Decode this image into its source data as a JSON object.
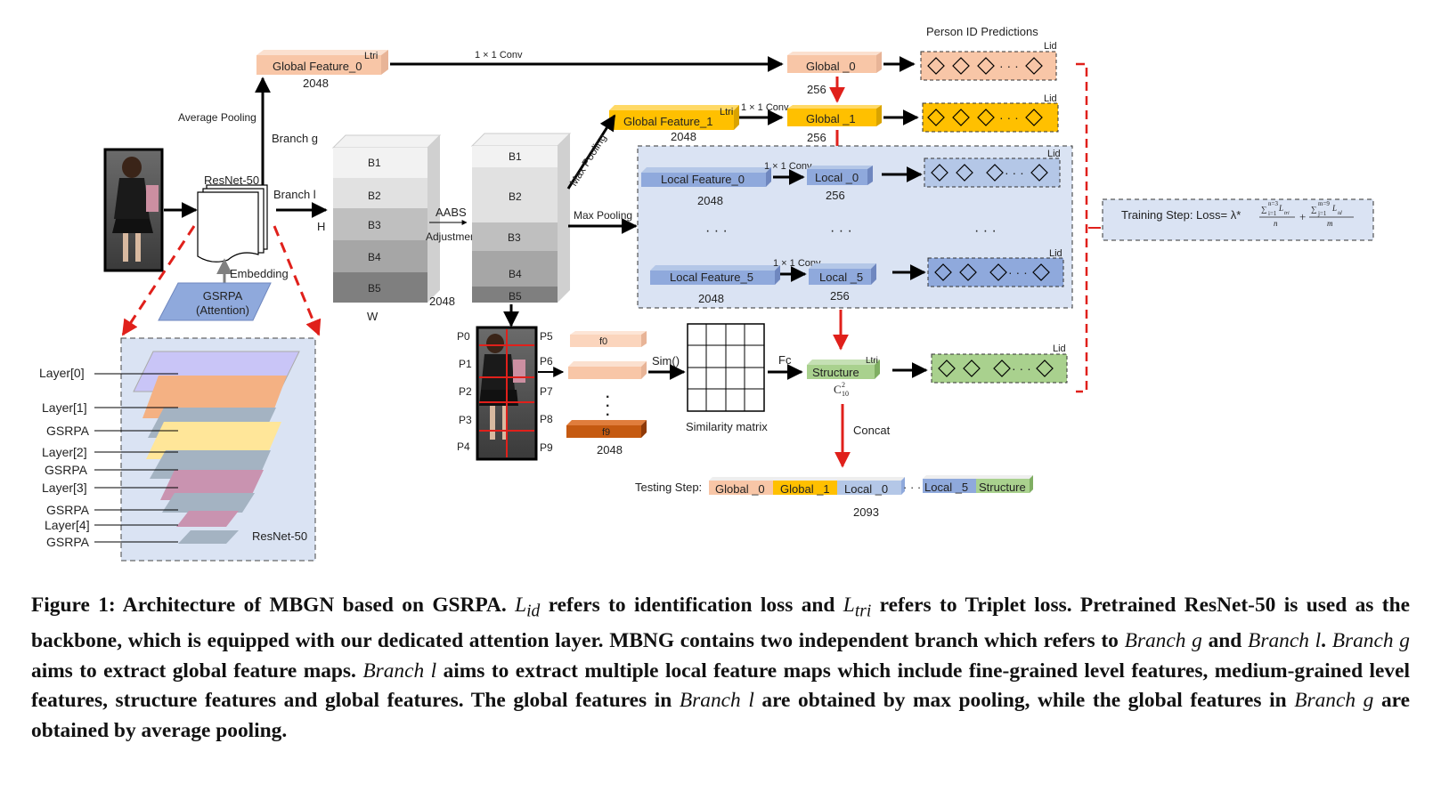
{
  "diagram": {
    "global_feature_0": "Global Feature_0",
    "dim_2048": "2048",
    "conv_1x1": "1 × 1 Conv",
    "global_0": "Global _0",
    "global_1": "Global _1",
    "global_feature_1": "Global Feature_1",
    "dim_256": "256",
    "person_id_predictions": "Person ID Predictions",
    "ltri": "Ltri",
    "lid": "Lid",
    "average_pooling": "Average Pooling",
    "branch_g": "Branch g",
    "branch_l": "Branch l",
    "resnet50": "ResNet-50",
    "embedding": "Embedding",
    "gsrpa": "GSRPA",
    "attention": "(Attention)",
    "h": "H",
    "w": "W",
    "aabs": "AABS",
    "adjustment": "Adjustment",
    "max_pooling": "Max Pooling",
    "local_feature_0": "Local Feature_0",
    "local_feature_5": "Local Feature_5",
    "local_0": "Local _0",
    "local_5": "Local _5",
    "dots": "· · ·",
    "blocks": [
      "B1",
      "B2",
      "B3",
      "B4",
      "B5"
    ],
    "parts_left": [
      "P0",
      "P1",
      "P2",
      "P3",
      "P4"
    ],
    "parts_right": [
      "P5",
      "P6",
      "P7",
      "P8",
      "P9"
    ],
    "f0": "f0",
    "f9": "f9",
    "sim": "Sim()",
    "fc": "Fc",
    "similarity_matrix": "Similarity matrix",
    "structure": "Structure",
    "c10": "C",
    "concat": "Concat",
    "testing_step": "Testing Step:",
    "dim_2093": "2093",
    "training_step": "Training Step: Loss= λ*",
    "layers": [
      "Layer[0]",
      "Layer[1]",
      "GSRPA",
      "Layer[2]",
      "GSRPA",
      "Layer[3]",
      "GSRPA",
      "Layer[4]",
      "GSRPA"
    ],
    "resnet_inset": "ResNet-50"
  },
  "colors": {
    "orange_light": "#f8c6a7",
    "gold": "#ffc000",
    "blue_local": "#8fa9dc",
    "blue_panel": "#dae3f3",
    "green": "#a9d18e",
    "red": "#e0201b",
    "dark_orange": "#c55a11"
  },
  "caption": {
    "p1": "Figure 1: Architecture of MBGN based on GSRPA. ",
    "lid": "L",
    "lid_sub": "id",
    "p2": " refers to identification loss and ",
    "ltri": "L",
    "ltri_sub": "tri",
    "p3": " refers to Triplet loss. Pretrained ResNet-50 is used as the backbone, which is equipped with our dedicated attention layer. MBNG contains two independent branch which refers to ",
    "bg1": "Branch g",
    "p4": " and ",
    "bl1": "Branch l",
    "p5": ". ",
    "bg2": "Branch g",
    "p6": " aims to extract global feature maps. ",
    "bl2": "Branch l",
    "p7": " aims to extract multiple local feature maps which include fine-grained level features, medium-grained level features, structure features and global features. The global features in ",
    "bl3": "Branch l",
    "p8": " are obtained by max pooling, while the global features in ",
    "bg3": "Branch g",
    "p9": " are obtained by average pooling."
  }
}
